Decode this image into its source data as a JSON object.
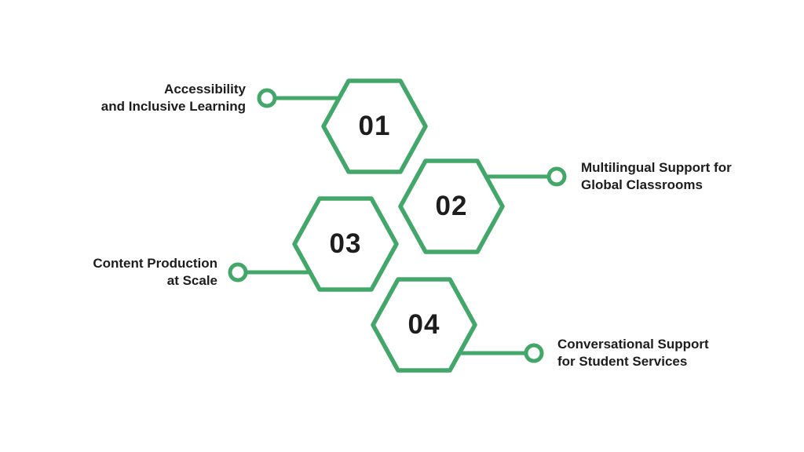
{
  "colors": {
    "accent": "#43a76a",
    "text": "#1d1d1d",
    "background": "#ffffff"
  },
  "diagram": {
    "type": "hexagon-steps-infographic",
    "items": [
      {
        "number": "01",
        "label": "Accessibility\nand Inclusive Learning",
        "label_side": "left"
      },
      {
        "number": "02",
        "label": "Multilingual Support for\nGlobal Classrooms",
        "label_side": "right"
      },
      {
        "number": "03",
        "label": "Content Production\nat Scale",
        "label_side": "left"
      },
      {
        "number": "04",
        "label": "Conversational Support\nfor Student Services",
        "label_side": "right"
      }
    ]
  }
}
